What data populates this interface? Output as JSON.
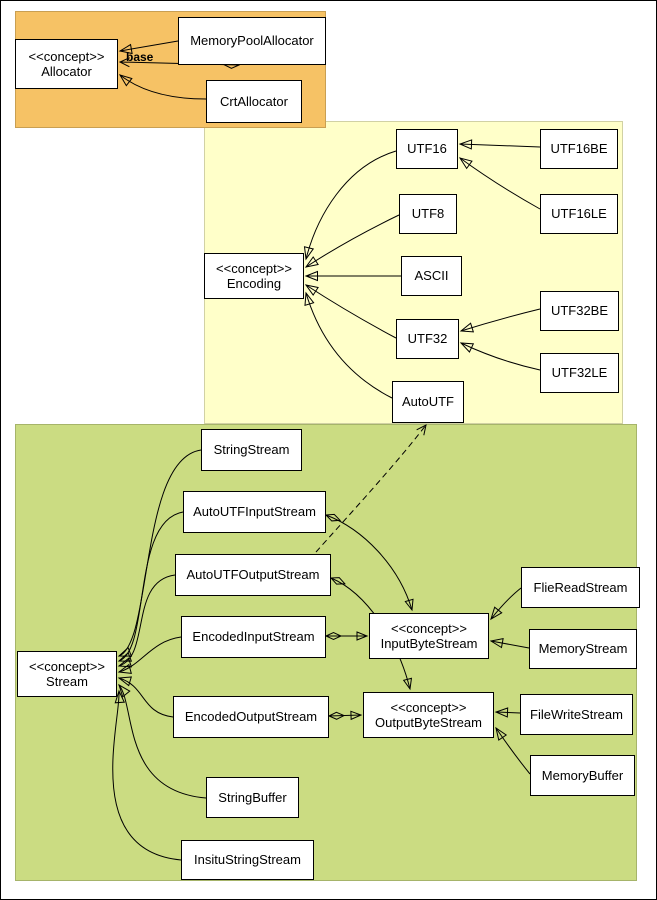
{
  "diagram": {
    "regions": {
      "allocator": {
        "name": "allocator-concept-region",
        "color": "#f6c265"
      },
      "encoding": {
        "name": "encoding-concept-region",
        "color": "#ffffc9"
      },
      "stream": {
        "name": "stream-concept-region",
        "color": "#cbdc82"
      }
    },
    "nodes": {
      "allocator": {
        "stereotype": "<<concept>>",
        "name": "Allocator"
      },
      "memoryPoolAllocator": {
        "name": "MemoryPoolAllocator"
      },
      "crtAllocator": {
        "name": "CrtAllocator"
      },
      "encoding": {
        "stereotype": "<<concept>>",
        "name": "Encoding"
      },
      "utf16": {
        "name": "UTF16"
      },
      "utf8": {
        "name": "UTF8"
      },
      "ascii": {
        "name": "ASCII"
      },
      "utf32": {
        "name": "UTF32"
      },
      "autoUtf": {
        "name": "AutoUTF"
      },
      "utf16be": {
        "name": "UTF16BE"
      },
      "utf16le": {
        "name": "UTF16LE"
      },
      "utf32be": {
        "name": "UTF32BE"
      },
      "utf32le": {
        "name": "UTF32LE"
      },
      "stream": {
        "stereotype": "<<concept>>",
        "name": "Stream"
      },
      "stringStream": {
        "name": "StringStream"
      },
      "autoUtfInputStream": {
        "name": "AutoUTFInputStream"
      },
      "autoUtfOutputStream": {
        "name": "AutoUTFOutputStream"
      },
      "encodedInputStream": {
        "name": "EncodedInputStream"
      },
      "encodedOutputStream": {
        "name": "EncodedOutputStream"
      },
      "stringBuffer": {
        "name": "StringBuffer"
      },
      "insituStringStream": {
        "name": "InsituStringStream"
      },
      "inputByteStream": {
        "stereotype": "<<concept>>",
        "name": "InputByteStream"
      },
      "outputByteStream": {
        "stereotype": "<<concept>>",
        "name": "OutputByteStream"
      },
      "fileReadStream": {
        "name": "FlieReadStream"
      },
      "memoryStream": {
        "name": "MemoryStream"
      },
      "fileWriteStream": {
        "name": "FileWriteStream"
      },
      "memoryBuffer": {
        "name": "MemoryBuffer"
      }
    },
    "edge_labels": {
      "base": "base"
    },
    "edges": [
      {
        "from": "MemoryPoolAllocator",
        "to": "Allocator",
        "type": "realization"
      },
      {
        "from": "MemoryPoolAllocator",
        "to": "Allocator",
        "type": "aggregation",
        "label": "base"
      },
      {
        "from": "CrtAllocator",
        "to": "Allocator",
        "type": "realization"
      },
      {
        "from": "UTF16",
        "to": "Encoding",
        "type": "realization"
      },
      {
        "from": "UTF8",
        "to": "Encoding",
        "type": "realization"
      },
      {
        "from": "ASCII",
        "to": "Encoding",
        "type": "realization"
      },
      {
        "from": "UTF32",
        "to": "Encoding",
        "type": "realization"
      },
      {
        "from": "AutoUTF",
        "to": "Encoding",
        "type": "realization"
      },
      {
        "from": "UTF16BE",
        "to": "UTF16",
        "type": "realization"
      },
      {
        "from": "UTF16LE",
        "to": "UTF16",
        "type": "realization"
      },
      {
        "from": "UTF32BE",
        "to": "UTF32",
        "type": "realization"
      },
      {
        "from": "UTF32LE",
        "to": "UTF32",
        "type": "realization"
      },
      {
        "from": "StringStream",
        "to": "Stream",
        "type": "realization"
      },
      {
        "from": "AutoUTFInputStream",
        "to": "Stream",
        "type": "realization"
      },
      {
        "from": "AutoUTFOutputStream",
        "to": "Stream",
        "type": "realization"
      },
      {
        "from": "EncodedInputStream",
        "to": "Stream",
        "type": "realization"
      },
      {
        "from": "EncodedOutputStream",
        "to": "Stream",
        "type": "realization"
      },
      {
        "from": "StringBuffer",
        "to": "Stream",
        "type": "realization"
      },
      {
        "from": "InsituStringStream",
        "to": "Stream",
        "type": "realization"
      },
      {
        "from": "EncodedInputStream",
        "to": "InputByteStream",
        "type": "aggregation"
      },
      {
        "from": "EncodedOutputStream",
        "to": "OutputByteStream",
        "type": "aggregation"
      },
      {
        "from": "AutoUTFInputStream",
        "to": "InputByteStream",
        "type": "aggregation"
      },
      {
        "from": "AutoUTFOutputStream",
        "to": "OutputByteStream",
        "type": "aggregation"
      },
      {
        "from": "AutoUTFInputStream",
        "to": "AutoUTF",
        "type": "dependency"
      },
      {
        "from": "FlieReadStream",
        "to": "InputByteStream",
        "type": "realization"
      },
      {
        "from": "MemoryStream",
        "to": "InputByteStream",
        "type": "realization"
      },
      {
        "from": "FileWriteStream",
        "to": "OutputByteStream",
        "type": "realization"
      },
      {
        "from": "MemoryBuffer",
        "to": "OutputByteStream",
        "type": "realization"
      }
    ]
  }
}
